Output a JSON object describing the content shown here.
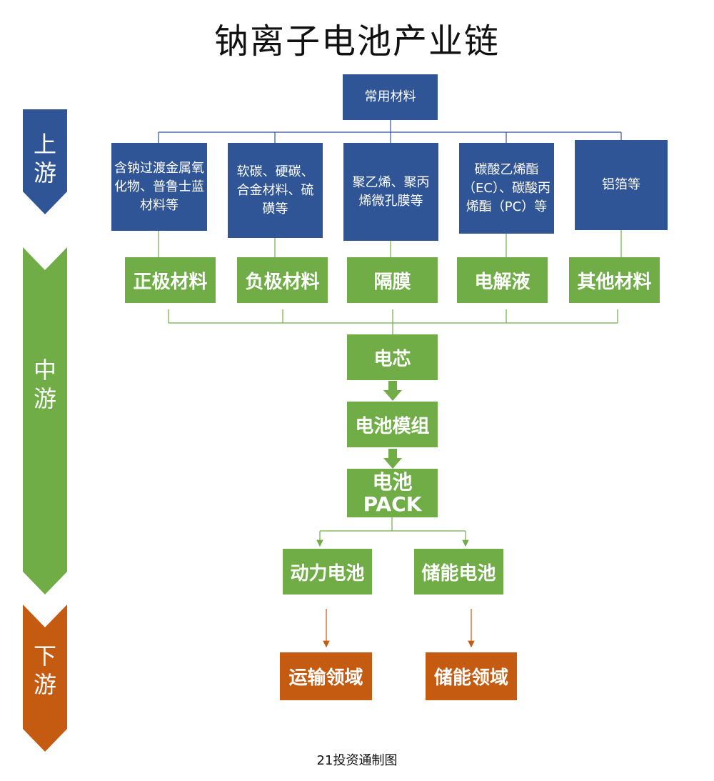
{
  "title": "钠离子电池产业链",
  "stages": {
    "upstream": "上\n游",
    "midstream": "中\n游",
    "downstream": "下\n游"
  },
  "materials_header": "常用材料",
  "materials": [
    "含钠过渡金属氧化物、普鲁士蓝材料等",
    "软碳、硬碳、合金材料、硫磺等",
    "聚乙烯、聚丙烯微孔膜等",
    "碳酸乙烯酯（EC）、碳酸丙烯酯（PC）等",
    "铝箔等"
  ],
  "components": [
    "正极材料",
    "负极材料",
    "隔膜",
    "电解液",
    "其他材料"
  ],
  "flow": [
    "电芯",
    "电池模组",
    "电池PACK"
  ],
  "battery_types": [
    "动力电池",
    "储能电池"
  ],
  "applications": [
    "运输领域",
    "储能领域"
  ],
  "footer": "21投资通制图",
  "colors": {
    "blue": "#2f5597",
    "green": "#70ad47",
    "orange": "#c55a11"
  }
}
